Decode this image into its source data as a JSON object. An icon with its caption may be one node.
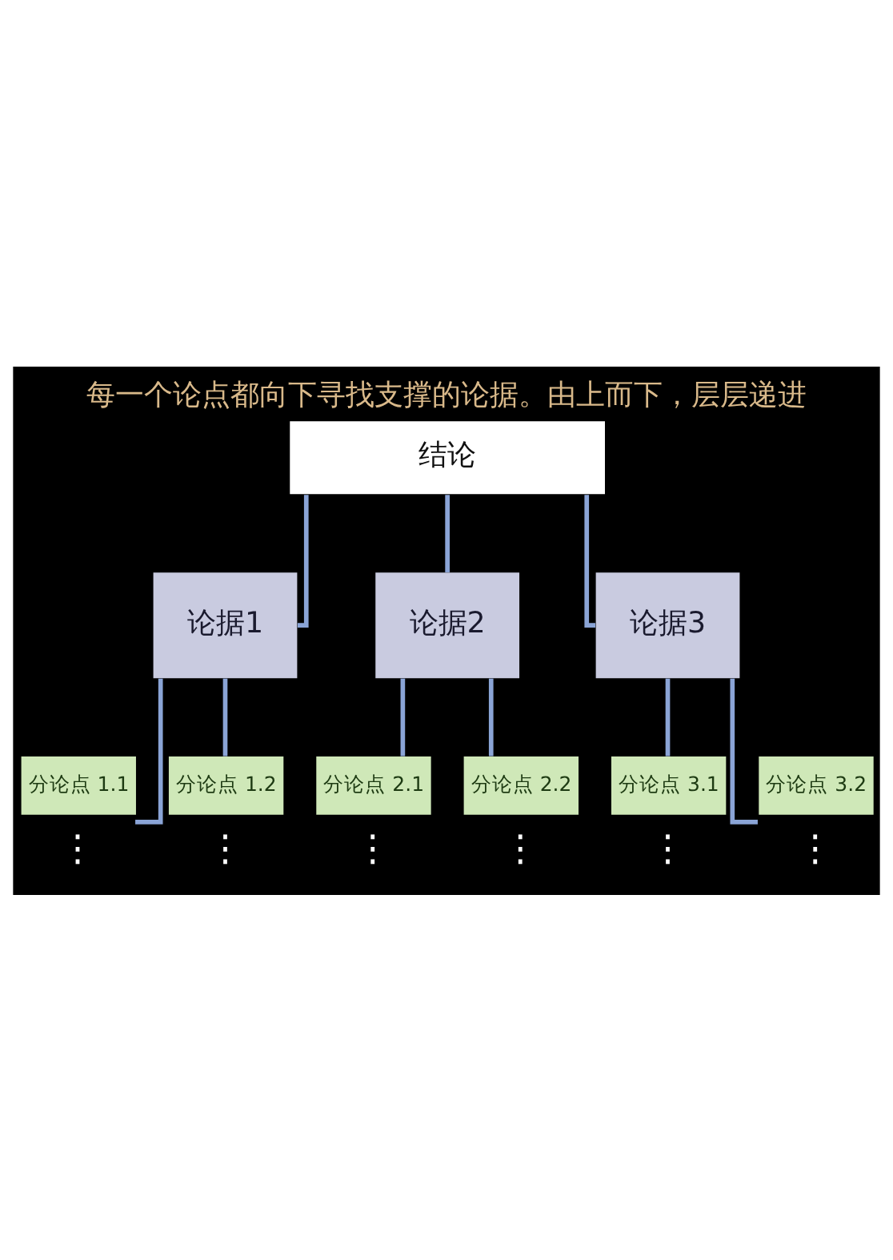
{
  "diagram": {
    "title": "每一个论点都向下寻找支撑的论据。由上而下，层层递进",
    "nodes": [
      {
        "text": [
          "结论"
        ]
      },
      {
        "text": [
          "论据1"
        ]
      },
      {
        "text": [
          "论据2"
        ]
      },
      {
        "text": [
          "论据3"
        ]
      },
      {
        "text": [
          "分论点 1.1"
        ],
        "beside": [
          "⋮"
        ]
      },
      {
        "text": [
          "分论点 1.2"
        ],
        "beside": [
          "⋮"
        ]
      },
      {
        "text": [
          "分论点 2.1"
        ],
        "beside": [
          "⋮"
        ]
      },
      {
        "text": [
          "分论点 2.2"
        ],
        "beside": [
          "⋮"
        ]
      },
      {
        "text": [
          "分论点 3.1"
        ],
        "beside": [
          "⋮"
        ]
      },
      {
        "text": [
          "分论点 3.2"
        ],
        "beside": [
          "⋮"
        ]
      }
    ],
    "edges": [
      {
        "from": 0,
        "to": 1,
        "arrow": "none"
      },
      {
        "from": 0,
        "to": 2,
        "arrow": "none"
      },
      {
        "from": 0,
        "to": 3,
        "arrow": "none"
      },
      {
        "from": 1,
        "to": 4,
        "arrow": "none"
      },
      {
        "from": 1,
        "to": 5,
        "arrow": "none"
      },
      {
        "from": 2,
        "to": 6,
        "arrow": "none"
      },
      {
        "from": 2,
        "to": 7,
        "arrow": "none"
      },
      {
        "from": 3,
        "to": 8,
        "arrow": "none"
      },
      {
        "from": 3,
        "to": 9,
        "arrow": "none"
      }
    ]
  }
}
